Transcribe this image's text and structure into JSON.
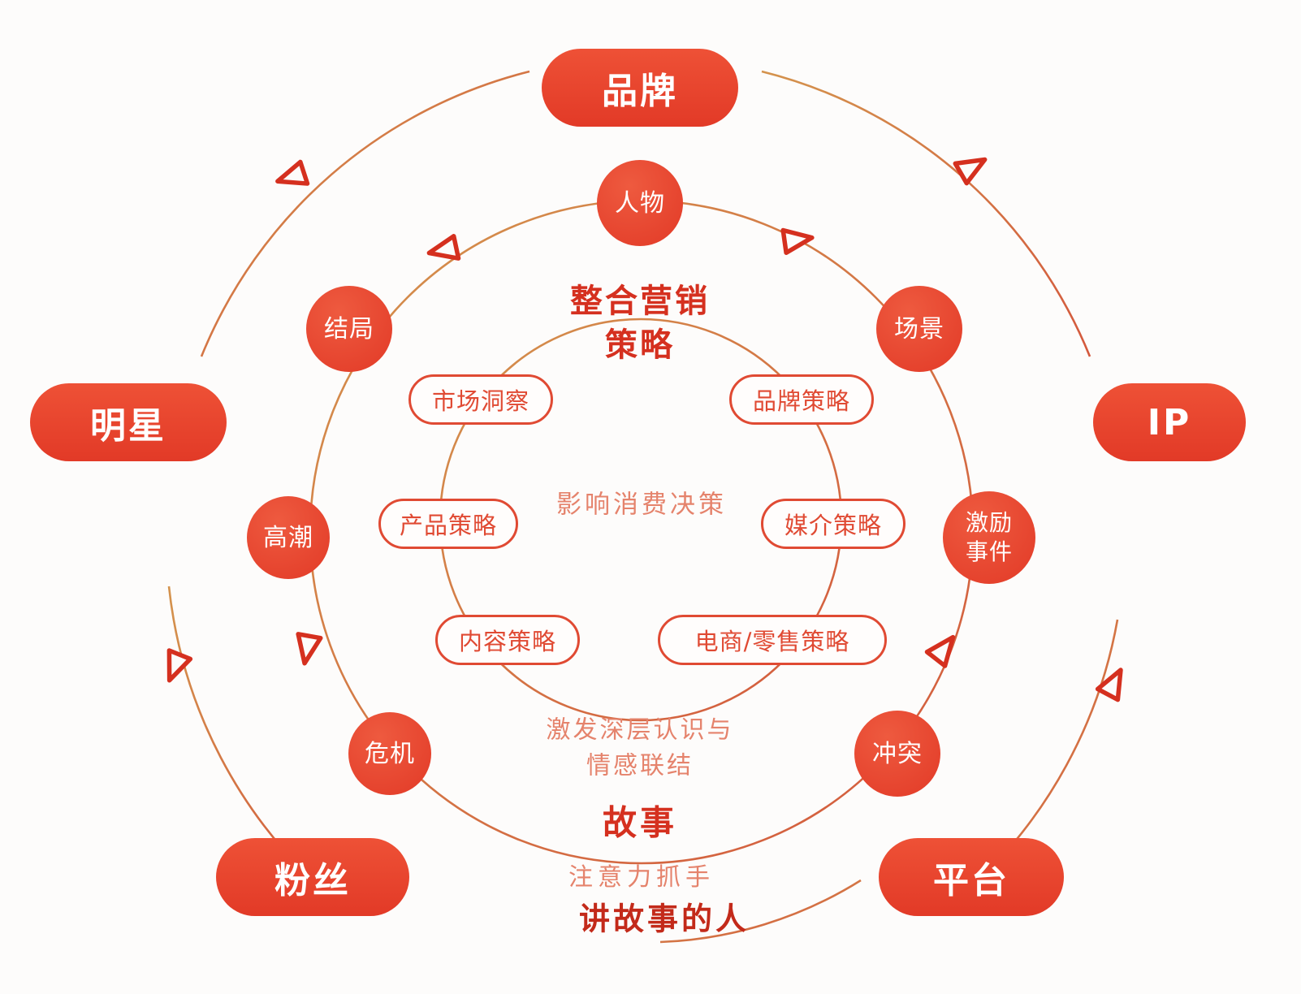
{
  "colors": {
    "primary": "#e8432e",
    "primary-dark": "#d5301f",
    "outline-red": "#e04a33",
    "muted-red": "#e5836c",
    "deep-red": "#c32a1a",
    "ring-orange": "#d08a3e",
    "ring-red": "#d04a2c",
    "bg": "#fdfcfb"
  },
  "outer_ring": {
    "brand": "品牌",
    "ip": "IP",
    "platform": "平台",
    "fans": "粉丝",
    "star": "明星"
  },
  "story_ring": {
    "person": "人物",
    "scene": "场景",
    "incentive_line1": "激励",
    "incentive_line2": "事件",
    "conflict": "冲突",
    "crisis": "危机",
    "climax": "高潮",
    "ending": "结局"
  },
  "strategy_ring": {
    "market_insight": "市场洞察",
    "brand_strategy": "品牌策略",
    "product_strategy": "产品策略",
    "media_strategy": "媒介策略",
    "content_strategy": "内容策略",
    "ecommerce_strategy": "电商/零售策略"
  },
  "center": {
    "title_line1": "整合营销",
    "title_line2": "策略",
    "subtitle": "影响消费决策"
  },
  "story_section": {
    "caption_line1": "激发深层认识与",
    "caption_line2": "情感联结",
    "title": "故事"
  },
  "teller_section": {
    "caption": "注意力抓手",
    "title": "讲故事的人"
  }
}
